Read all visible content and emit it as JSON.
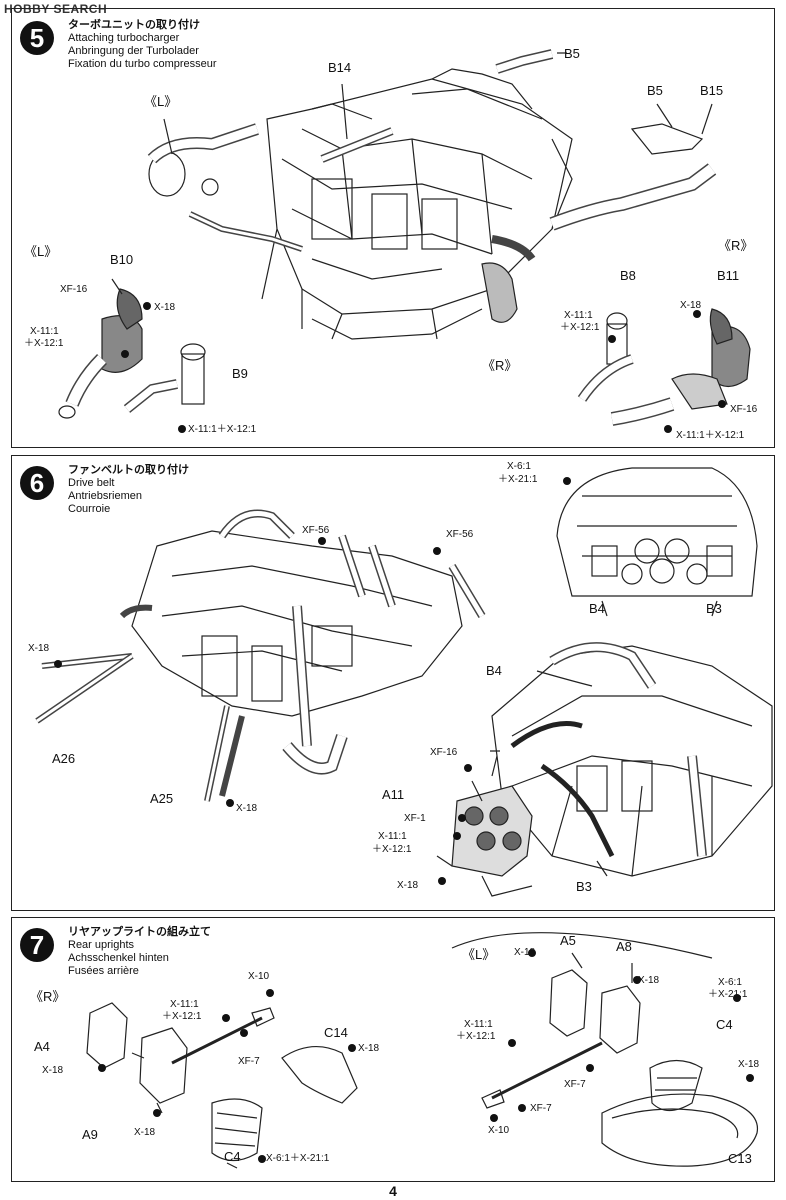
{
  "watermark": "HOBBY SEARCH",
  "page_number": "4",
  "steps": {
    "s5": {
      "number": "5",
      "title_jp": "ターボユニットの取り付け",
      "title_en": "Attaching turbocharger",
      "title_de": "Anbringung der Turbolader",
      "title_fr": "Fixation du turbo compresseur",
      "labels": {
        "b5_top": "B5",
        "b14": "B14",
        "l_side_top": "《L》",
        "b5_right": "B5",
        "b15": "B15",
        "l_side_left": "《L》",
        "b10": "B10",
        "xf16_left": "XF-16",
        "x18_left": "X-18",
        "x11_left": "X-11:1",
        "x12_left": "＋X-12:1",
        "b9": "B9",
        "x11x12_bottom_left": "X-11:1＋X-12:1",
        "r_side_mid": "《R》",
        "r_side_right": "《R》",
        "b8": "B8",
        "b11": "B11",
        "x18_right": "X-18",
        "x11_right": "X-11:1",
        "x12_right": "＋X-12:1",
        "xf16_right": "XF-16",
        "x11x12_bottom_right": "X-11:1＋X-12:1"
      }
    },
    "s6": {
      "number": "6",
      "title_jp": "ファンベルトの取り付け",
      "title_en": "Drive belt",
      "title_de": "Antriebsriemen",
      "title_fr": "Courroie",
      "labels": {
        "x6_top": "X-6:1",
        "x21_top": "＋X-21:1",
        "b4_inset": "B4",
        "b3_inset": "B3",
        "xf56_a": "XF-56",
        "xf56_b": "XF-56",
        "x18_left": "X-18",
        "a26": "A26",
        "a25": "A25",
        "x18_a25": "X-18",
        "b4_main": "B4",
        "xf16": "XF-16",
        "a11": "A11",
        "xf1": "XF-1",
        "x11": "X-11:1",
        "x12": "＋X-12:1",
        "x18_bottom": "X-18",
        "b3_main": "B3"
      }
    },
    "s7": {
      "number": "7",
      "title_jp": "リヤアップライトの組み立て",
      "title_en": "Rear uprights",
      "title_de": "Achsschenkel hinten",
      "title_fr": "Fusées arrière",
      "labels": {
        "r_side": "《R》",
        "x10_top": "X-10",
        "x11_left": "X-11:1",
        "x12_left": "＋X-12:1",
        "a4": "A4",
        "x18_a4": "X-18",
        "xf7_left": "XF-7",
        "c14": "C14",
        "x18_c14": "X-18",
        "a9": "A9",
        "x18_a9": "X-18",
        "c4_left": "C4",
        "x6x21_left": "X-6:1＋X-21:1",
        "l_side": "《L》",
        "x18_a5": "X-18",
        "a5": "A5",
        "a8": "A8",
        "x18_a8": "X-18",
        "x6_right": "X-6:1",
        "x21_right": "＋X-21:1",
        "x11_right": "X-11:1",
        "x12_right": "＋X-12:1",
        "c4_right": "C4",
        "xf7_right_a": "XF-7",
        "xf7_right_b": "XF-7",
        "x10_bottom": "X-10",
        "x18_right": "X-18",
        "c13": "C13"
      }
    }
  }
}
